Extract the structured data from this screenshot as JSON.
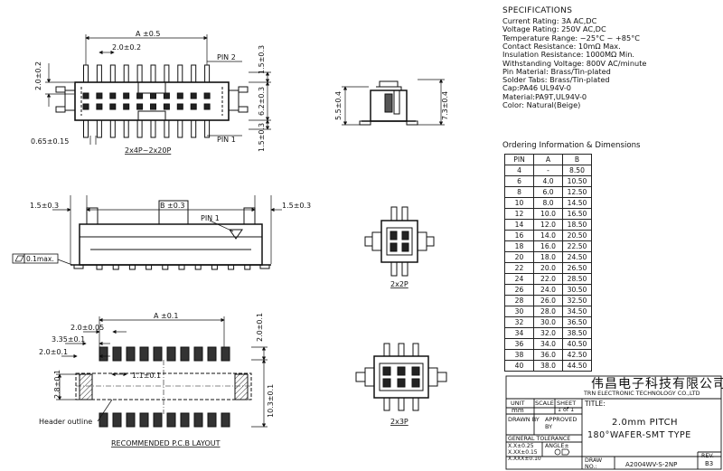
{
  "specifications": {
    "title": "SPECIFICATIONS",
    "lines": [
      "Current Rating: 3A AC,DC",
      "Voltage Rating: 250V AC,DC",
      "Temperature Range: −25°C ~ +85°C",
      "Contact Resistance: 10mΩ Max.",
      "Insulation Resistance: 1000MΩ Min.",
      "Withstanding Voltage: 800V AC/minute",
      "Pin Material: Brass/Tin-plated",
      "Solder Tabs: Brass/Tin-plated",
      "Cap:PA46 UL94V-0",
      "Material:PA9T,UL94V-0",
      "Color: Natural(Beige)"
    ]
  },
  "ordering": {
    "title": "Ordering Information & Dimensions",
    "headers": [
      "PIN",
      "A",
      "B"
    ],
    "rows": [
      [
        "4",
        "-",
        "8.50"
      ],
      [
        "6",
        "4.0",
        "10.50"
      ],
      [
        "8",
        "6.0",
        "12.50"
      ],
      [
        "10",
        "8.0",
        "14.50"
      ],
      [
        "12",
        "10.0",
        "16.50"
      ],
      [
        "14",
        "12.0",
        "18.50"
      ],
      [
        "16",
        "14.0",
        "20.50"
      ],
      [
        "18",
        "16.0",
        "22.50"
      ],
      [
        "20",
        "18.0",
        "24.50"
      ],
      [
        "22",
        "20.0",
        "26.50"
      ],
      [
        "24",
        "22.0",
        "28.50"
      ],
      [
        "26",
        "24.0",
        "30.50"
      ],
      [
        "28",
        "26.0",
        "32.50"
      ],
      [
        "30",
        "28.0",
        "34.50"
      ],
      [
        "32",
        "30.0",
        "36.50"
      ],
      [
        "34",
        "32.0",
        "38.50"
      ],
      [
        "36",
        "34.0",
        "40.50"
      ],
      [
        "38",
        "36.0",
        "42.50"
      ],
      [
        "40",
        "38.0",
        "44.50"
      ]
    ]
  },
  "top_view": {
    "dim_a": "A ±0.5",
    "dim_pitch": "2.0±0.2",
    "dim_left": "2.0±0.2",
    "dim_pin_offset": "0.65±0.15",
    "pin2": "PIN 2",
    "pin1": "PIN 1",
    "dim_r1": "1.5±0.3",
    "dim_r2": "6.2±0.3",
    "dim_r3": "1.5±0.3",
    "caption": "2x4P~2x20P"
  },
  "side_view": {
    "dim_h1": "5.5±0.4",
    "dim_h2": "7.3±0.4"
  },
  "front_view": {
    "dim_left": "1.5±0.3",
    "dim_b": "B ±0.3",
    "dim_right": "1.5±0.3",
    "pin1": "PIN 1",
    "flatness": "0.1max."
  },
  "small_2x2": {
    "caption": "2x2P"
  },
  "small_2x3": {
    "caption": "2x3P"
  },
  "pcb": {
    "dim_a": "A ±0.1",
    "dim_pitch": "2.0±0.05",
    "dim_335": "3.35±0.1",
    "dim_20": "2.0±0.1",
    "dim_11": "1.1±0.1",
    "dim_28": "2.8±0.1",
    "dim_right_top": "2.0±0.1",
    "dim_right": "10.3±0.1",
    "header_outline": "Header outline",
    "caption": "RECOMMENDED P.C.B LAYOUT"
  },
  "title_block": {
    "company_cn": "伟昌电子科技有限公司",
    "company_en": "TRN ELECTRONIC TECHNOLOGY CO.,LTD",
    "unit_label": "UNIT",
    "unit_value": "mm",
    "scale_label": "SCALE",
    "sheet_label": "SHEET",
    "sheet_value": "1 of 1",
    "title_label": "TITLE:",
    "title_line1": "2.0mm PITCH",
    "title_line2": "180°WAFER-SMT TYPE",
    "drawn_by": "DRAWN BY",
    "approved_by": "APPROVED BY",
    "general_tolerance": "GENERAL TOLERANCE",
    "tol1": "X.X±0.25",
    "tol2": "X.XX±0.15",
    "tol3": "X.XXX±0.10",
    "angle": "ANGLE±",
    "draw_no_label": "DRAW NO.:",
    "draw_no": "A2004WV-S-2NP",
    "rev_label": "REV.",
    "rev_value": "B3"
  }
}
